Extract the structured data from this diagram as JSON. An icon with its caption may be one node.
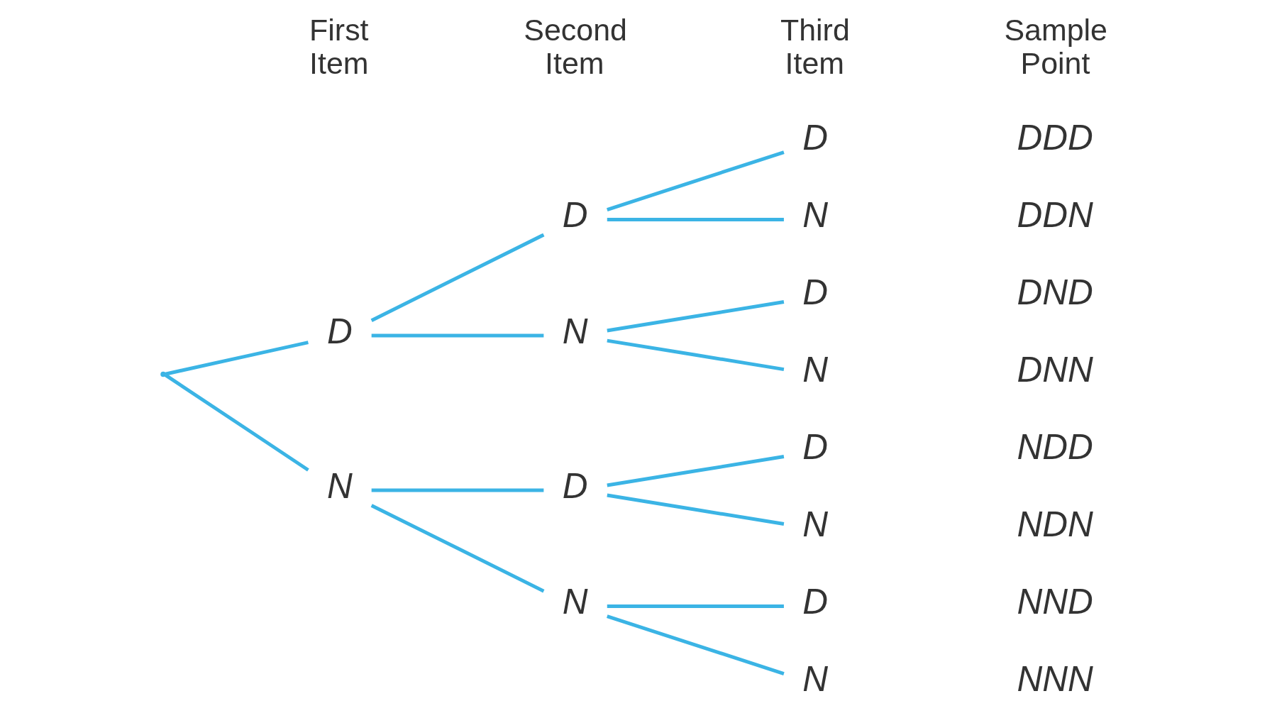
{
  "diagram": {
    "nodes": [
      {
        "text": [],
        "shape": "point"
      },
      {
        "text": [
          "D"
        ]
      },
      {
        "text": [
          "N"
        ]
      },
      {
        "text": [
          "D"
        ]
      },
      {
        "text": [
          "N"
        ]
      },
      {
        "text": [
          "D"
        ]
      },
      {
        "text": [
          "N"
        ]
      },
      {
        "text": [
          "D"
        ]
      },
      {
        "text": [
          "N"
        ]
      },
      {
        "text": [
          "D"
        ]
      },
      {
        "text": [
          "N"
        ]
      },
      {
        "text": [
          "D"
        ]
      },
      {
        "text": [
          "N"
        ]
      },
      {
        "text": [
          "D"
        ]
      },
      {
        "text": [
          "N"
        ]
      }
    ],
    "edges": [
      {
        "from": 0,
        "to": 1,
        "arrow": "none"
      },
      {
        "from": 0,
        "to": 2,
        "arrow": "none"
      },
      {
        "from": 1,
        "to": 3,
        "arrow": "none"
      },
      {
        "from": 1,
        "to": 4,
        "arrow": "none"
      },
      {
        "from": 2,
        "to": 5,
        "arrow": "none"
      },
      {
        "from": 2,
        "to": 6,
        "arrow": "none"
      },
      {
        "from": 3,
        "to": 7,
        "arrow": "none"
      },
      {
        "from": 3,
        "to": 8,
        "arrow": "none"
      },
      {
        "from": 4,
        "to": 9,
        "arrow": "none"
      },
      {
        "from": 4,
        "to": 10,
        "arrow": "none"
      },
      {
        "from": 5,
        "to": 11,
        "arrow": "none"
      },
      {
        "from": 5,
        "to": 12,
        "arrow": "none"
      },
      {
        "from": 6,
        "to": 13,
        "arrow": "none"
      },
      {
        "from": 6,
        "to": 14,
        "arrow": "none"
      }
    ],
    "labels": [
      "First Item",
      "Second Item",
      "Third Item",
      "Sample Point",
      "DDD",
      "DDN",
      "DND",
      "DNN",
      "NDD",
      "NDN",
      "NND",
      "NNN"
    ]
  }
}
